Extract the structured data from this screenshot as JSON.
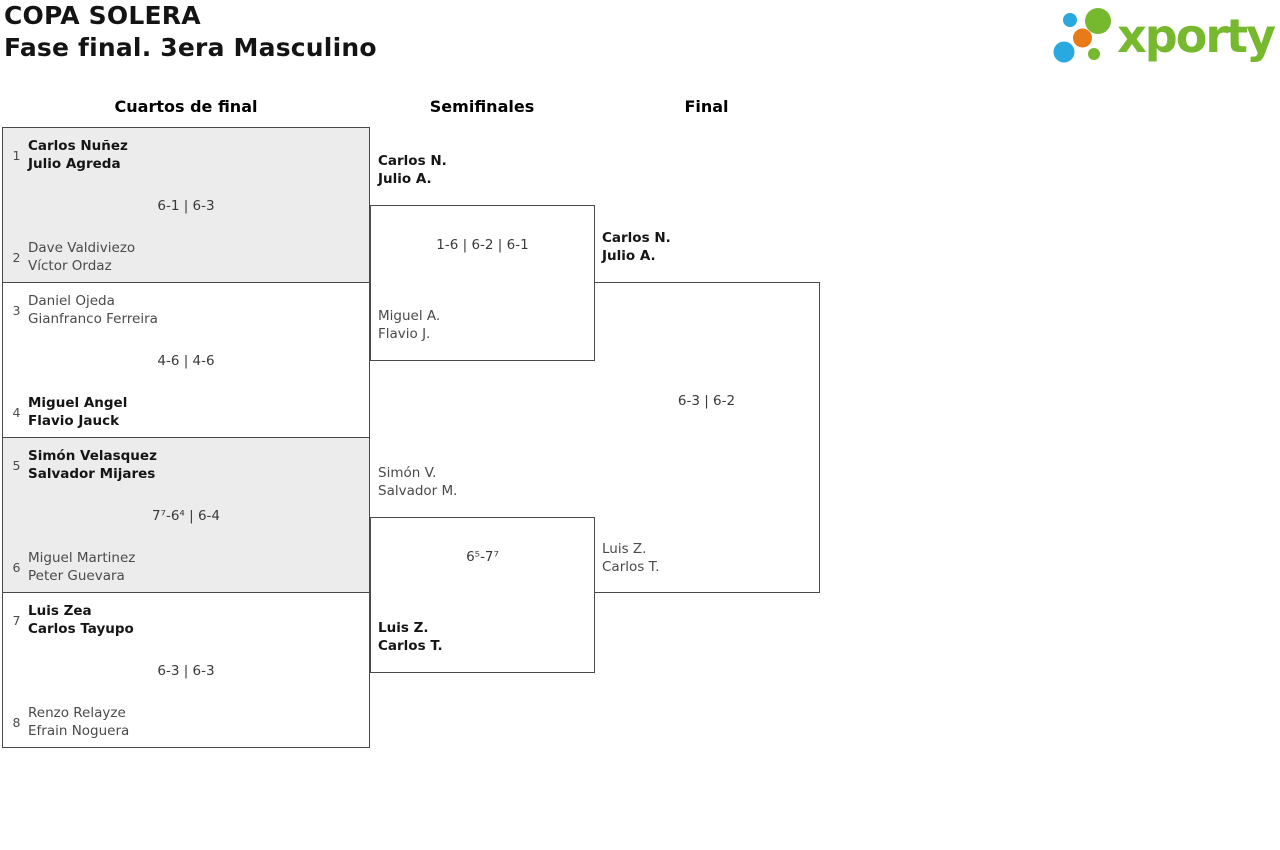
{
  "header": {
    "title": "COPA SOLERA",
    "subtitle": "Fase final. 3era Masculino"
  },
  "logo": {
    "brand": "xporty",
    "colors": {
      "green": "#76b82e",
      "blue": "#29a9e0",
      "orange": "#e87a17"
    }
  },
  "round_headers": {
    "quarterfinals": "Cuartos de final",
    "semifinals": "Semifinales",
    "final": "Final"
  },
  "colors": {
    "bracket_border": "#4a4a4a",
    "shaded_match_bg": "#ececec",
    "winner_text": "#151515",
    "loser_text": "#4a4a4a"
  },
  "bracket": {
    "quarterfinals": [
      {
        "top": {
          "seed": "1",
          "p1": "Carlos Nuñez",
          "p2": "Julio Agreda"
        },
        "score": "6-1 | 6-3",
        "bottom": {
          "seed": "2",
          "p1": "Dave Valdiviezo",
          "p2": "Víctor Ordaz"
        }
      },
      {
        "top": {
          "seed": "3",
          "p1": "Daniel Ojeda",
          "p2": "Gianfranco Ferreira"
        },
        "score": "4-6 | 4-6",
        "bottom": {
          "seed": "4",
          "p1": "Miguel Angel",
          "p2": "Flavio Jauck"
        }
      },
      {
        "top": {
          "seed": "5",
          "p1": "Simón Velasquez",
          "p2": "Salvador Mijares"
        },
        "score": "7⁷-6⁴ | 6-4",
        "bottom": {
          "seed": "6",
          "p1": "Miguel Martinez",
          "p2": "Peter Guevara"
        }
      },
      {
        "top": {
          "seed": "7",
          "p1": "Luis Zea",
          "p2": "Carlos Tayupo"
        },
        "score": "6-3 | 6-3",
        "bottom": {
          "seed": "8",
          "p1": "Renzo Relayze",
          "p2": "Efrain Noguera"
        }
      }
    ],
    "semifinals": [
      {
        "top": {
          "p1": "Carlos N.",
          "p2": "Julio A."
        },
        "score": "1-6 | 6-2 | 6-1",
        "bottom": {
          "p1": "Miguel A.",
          "p2": "Flavio J."
        }
      },
      {
        "top": {
          "p1": "Simón V.",
          "p2": "Salvador M."
        },
        "score": "6⁵-7⁷",
        "bottom": {
          "p1": "Luis Z.",
          "p2": "Carlos T."
        }
      }
    ],
    "final": {
      "top": {
        "p1": "Carlos N.",
        "p2": "Julio A."
      },
      "score": "6-3 | 6-2",
      "bottom": {
        "p1": "Luis Z.",
        "p2": "Carlos T."
      }
    }
  }
}
